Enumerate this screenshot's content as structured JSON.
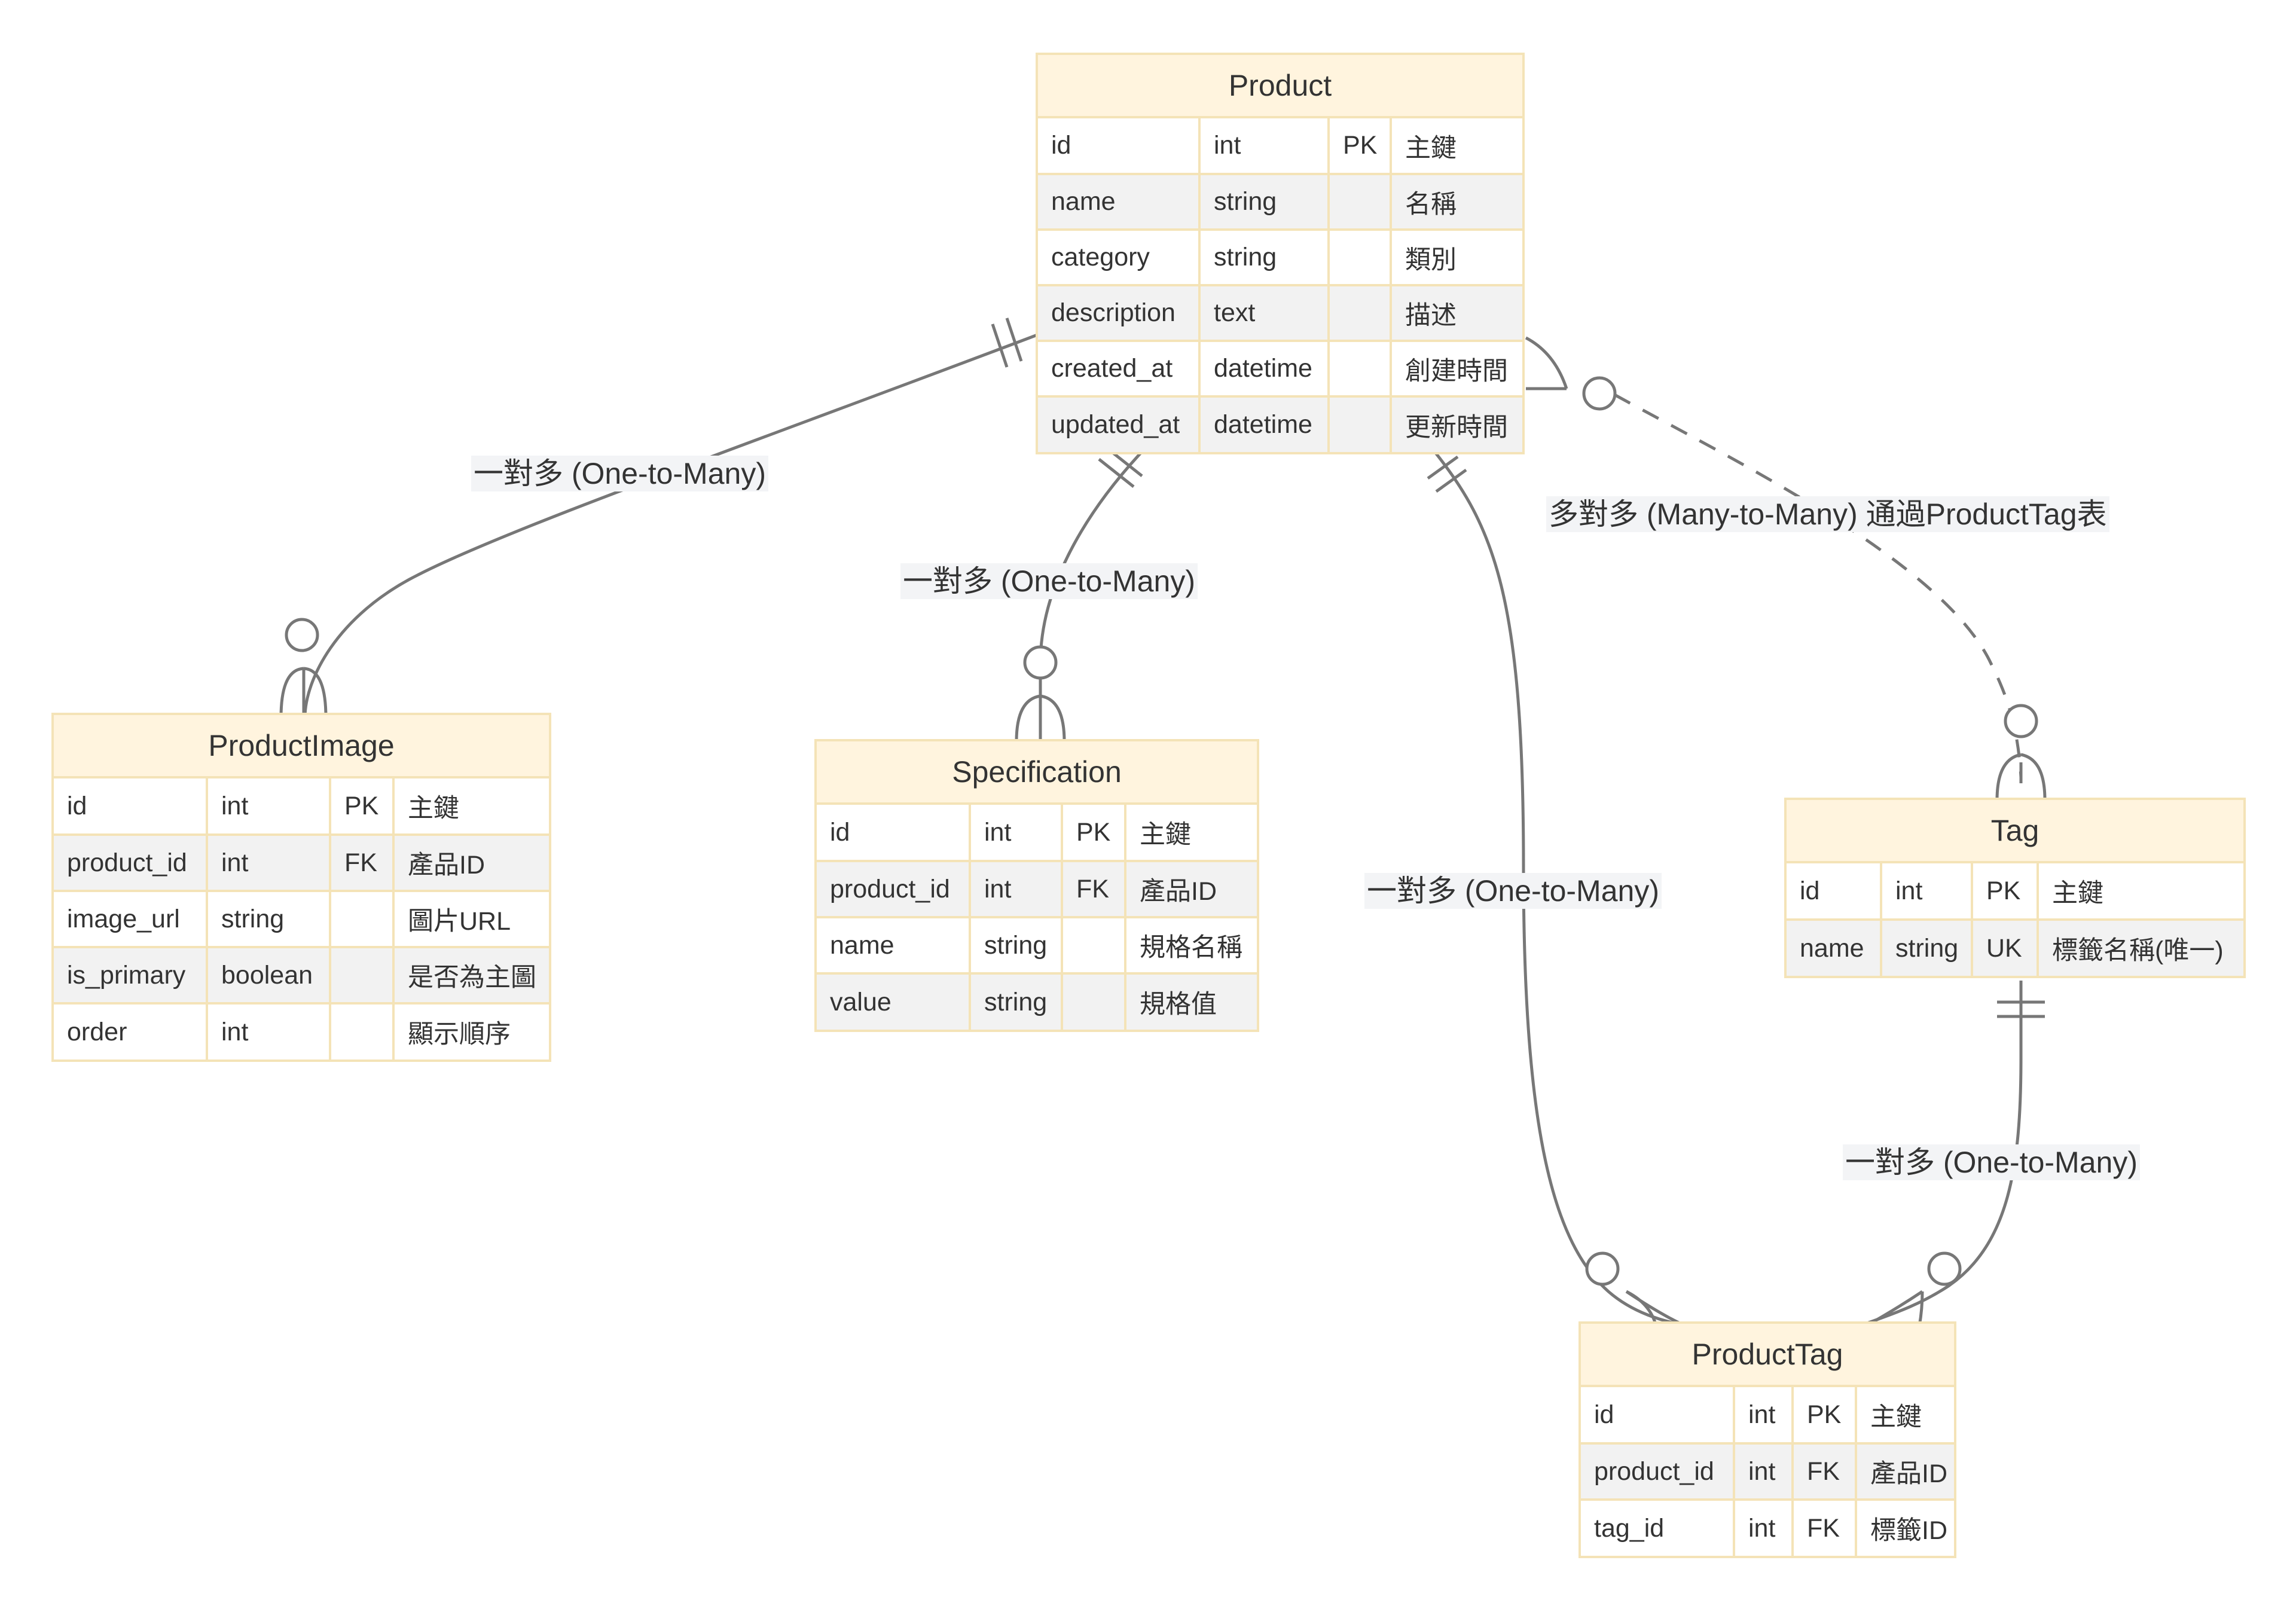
{
  "entities": {
    "product": {
      "title": "Product",
      "rows": [
        [
          "id",
          "int",
          "PK",
          "主鍵"
        ],
        [
          "name",
          "string",
          "",
          "名稱"
        ],
        [
          "category",
          "string",
          "",
          "類別"
        ],
        [
          "description",
          "text",
          "",
          "描述"
        ],
        [
          "created_at",
          "datetime",
          "",
          "創建時間"
        ],
        [
          "updated_at",
          "datetime",
          "",
          "更新時間"
        ]
      ]
    },
    "product_image": {
      "title": "ProductImage",
      "rows": [
        [
          "id",
          "int",
          "PK",
          "主鍵"
        ],
        [
          "product_id",
          "int",
          "FK",
          "產品ID"
        ],
        [
          "image_url",
          "string",
          "",
          "圖片URL"
        ],
        [
          "is_primary",
          "boolean",
          "",
          "是否為主圖"
        ],
        [
          "order",
          "int",
          "",
          "顯示順序"
        ]
      ]
    },
    "specification": {
      "title": "Specification",
      "rows": [
        [
          "id",
          "int",
          "PK",
          "主鍵"
        ],
        [
          "product_id",
          "int",
          "FK",
          "產品ID"
        ],
        [
          "name",
          "string",
          "",
          "規格名稱"
        ],
        [
          "value",
          "string",
          "",
          "規格值"
        ]
      ]
    },
    "tag": {
      "title": "Tag",
      "rows": [
        [
          "id",
          "int",
          "PK",
          "主鍵"
        ],
        [
          "name",
          "string",
          "UK",
          "標籤名稱(唯一)"
        ]
      ]
    },
    "product_tag": {
      "title": "ProductTag",
      "rows": [
        [
          "id",
          "int",
          "PK",
          "主鍵"
        ],
        [
          "product_id",
          "int",
          "FK",
          "產品ID"
        ],
        [
          "tag_id",
          "int",
          "FK",
          "標籤ID"
        ]
      ]
    }
  },
  "relationships": {
    "product_image": "一對多 (One-to-Many)",
    "specification": "一對多 (One-to-Many)",
    "product_tag": "一對多 (One-to-Many)",
    "tag": "多對多 (Many-to-Many) 通過ProductTag表",
    "tag_product_tag": "一對多 (One-to-Many)"
  },
  "colors": {
    "entity_border": "#f4e3b7",
    "entity_header": "#fff4de",
    "row_alt": "#f2f2f2",
    "line": "#777777",
    "text": "#333333"
  }
}
